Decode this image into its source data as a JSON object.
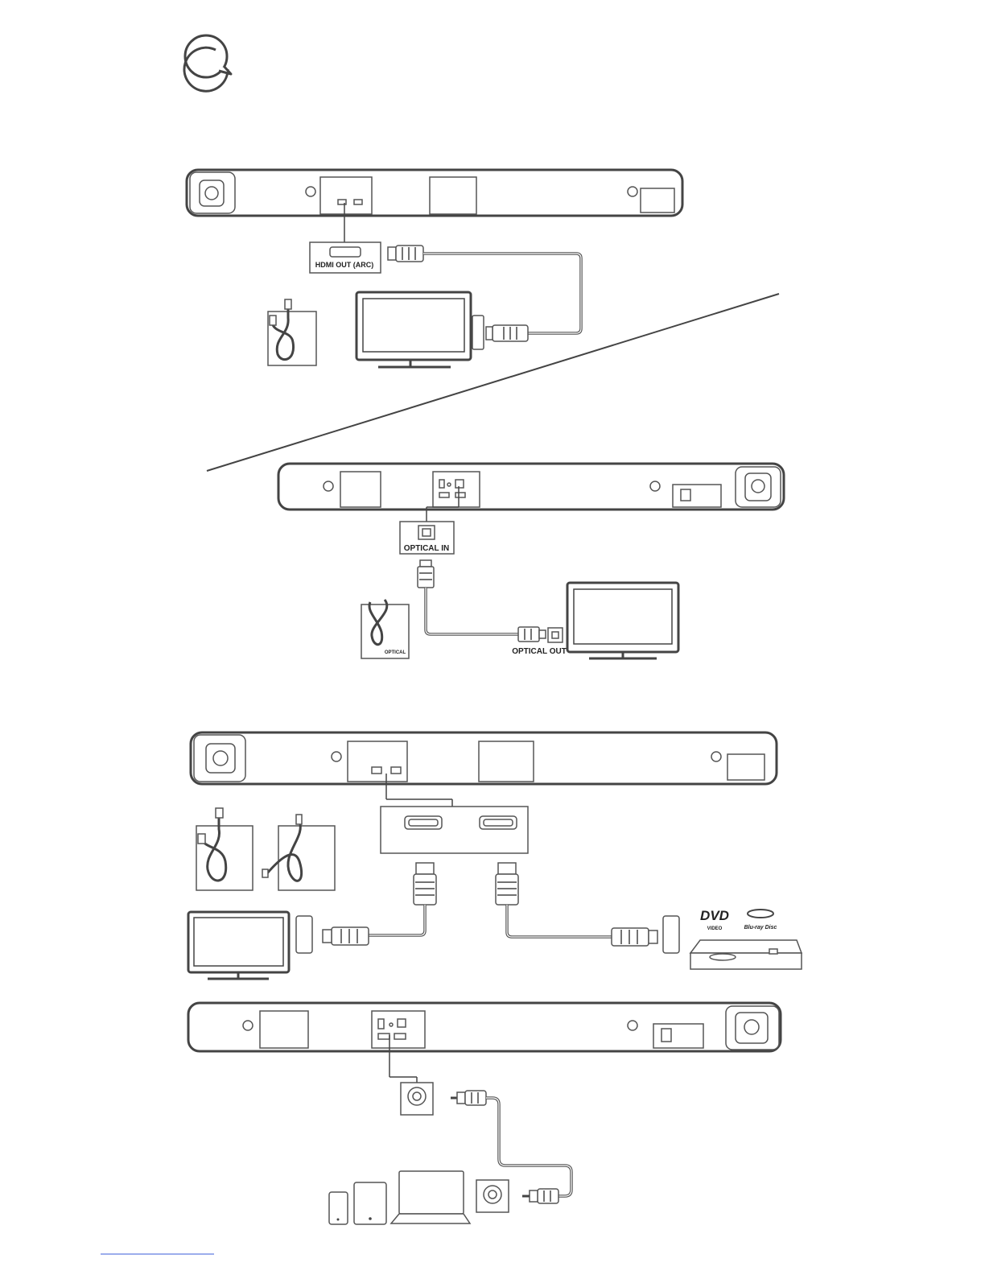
{
  "page": {
    "bubble_icon": "speech-bubble-icon"
  },
  "section_hdmi_arc": {
    "port_label": "HDMI OUT (ARC)"
  },
  "section_optical": {
    "soundbar_port_label": "OPTICAL IN",
    "tv_port_label": "OPTICAL OUT",
    "cable_box_label": "OPTICAL"
  },
  "section_hdmi_in": {
    "logo_dvd": "DVD",
    "logo_dvd_sub": "VIDEO",
    "logo_bluray": "Blu-ray Disc"
  },
  "section_aux": {
    "devices": [
      "phone-icon",
      "tablet-icon",
      "laptop-icon"
    ]
  },
  "colors": {
    "line": "#444444",
    "background": "#ffffff"
  }
}
